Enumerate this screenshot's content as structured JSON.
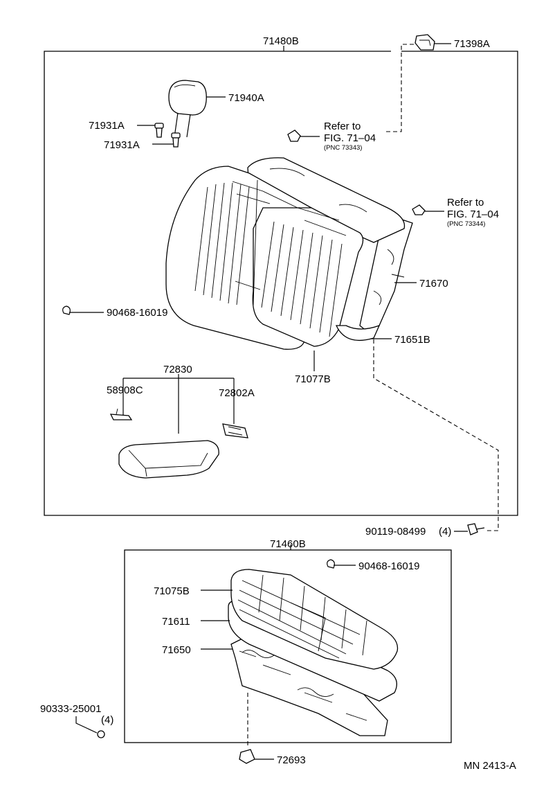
{
  "diagram": {
    "title_code": "MN 2413-A",
    "upper_assembly": {
      "label": "71480B",
      "parts": {
        "p71398A": "71398A",
        "p71940A": "71940A",
        "p71931A_1": "71931A",
        "p71931A_2": "71931A",
        "ref1_line1": "Refer to",
        "ref1_line2": "FIG. 71–04",
        "ref1_pnc": "(PNC 73343)",
        "ref2_line1": "Refer to",
        "ref2_line2": "FIG. 71–04",
        "ref2_pnc": "(PNC 73344)",
        "p90468": "90468-16019",
        "p71670": "71670",
        "p71651B": "71651B",
        "p71077B": "71077B",
        "p72830": "72830",
        "p58908C": "58908C",
        "p72802A": "72802A"
      }
    },
    "middle_parts": {
      "p90119": "90119-08499",
      "p90119_qty": "(4)"
    },
    "lower_assembly": {
      "label": "71460B",
      "parts": {
        "p90468": "90468-16019",
        "p71075B": "71075B",
        "p71611": "71611",
        "p71650": "71650",
        "p90333": "90333-25001",
        "p90333_qty": "(4)",
        "p72693": "72693"
      }
    }
  }
}
